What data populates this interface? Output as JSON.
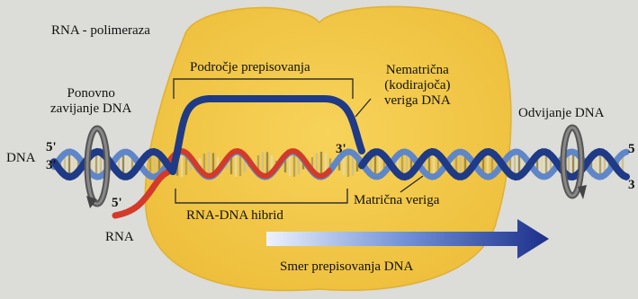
{
  "labels": {
    "polymerase": "RNA - polimeraza",
    "transcription_region": "Področje prepisovanja",
    "coding_strand_l1": "Nematrična",
    "coding_strand_l2": "(kodirajoča)",
    "coding_strand_l3": "veriga DNA",
    "rewinding_l1": "Ponovno",
    "rewinding_l2": "zavijanje DNA",
    "unwinding": "Odvijanje DNA",
    "dna": "DNA",
    "five_prime": "5'",
    "three_prime": "3'",
    "five_prime_right": "5",
    "three_prime_right": "3",
    "rna": "RNA",
    "hybrid": "RNA-DNA hibrid",
    "template_strand": "Matrična veriga",
    "direction": "Smer prepisovanja DNA"
  },
  "colors": {
    "polymerase": "#f2c94a",
    "dna_strand_dark": "#1f3a86",
    "dna_strand_light": "#5f86c8",
    "rna": "#d33a2a",
    "arrow_start": "#e8eefb",
    "arrow_end": "#1c2f8a"
  }
}
